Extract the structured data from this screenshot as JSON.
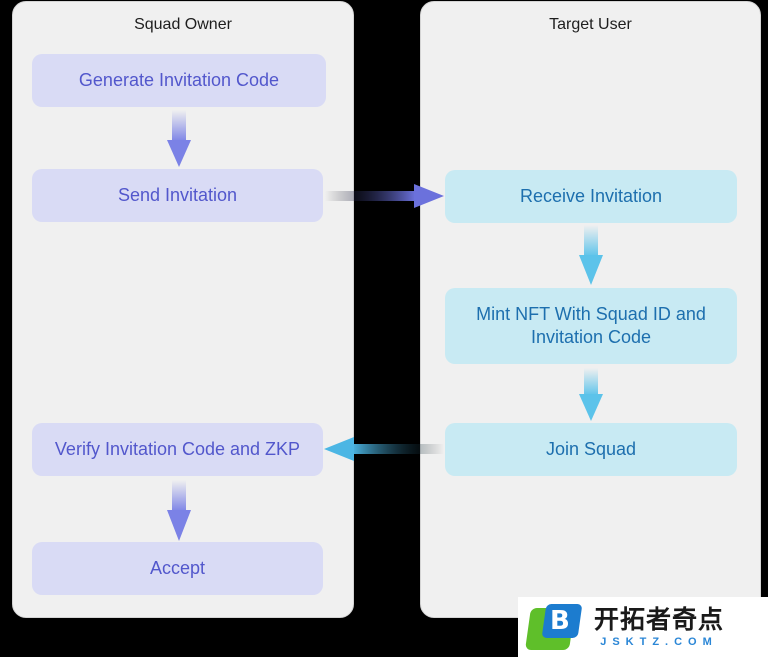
{
  "lanes": {
    "owner": {
      "title": "Squad Owner"
    },
    "target": {
      "title": "Target User"
    }
  },
  "nodes": {
    "generate": "Generate Invitation Code",
    "send": "Send Invitation",
    "verify": "Verify Invitation Code and ZKP",
    "accept": "Accept",
    "receive": "Receive Invitation",
    "mint": "Mint NFT With Squad ID and Invitation Code",
    "join": "Join Squad"
  },
  "colors": {
    "owner_node_bg": "#d9dbf5",
    "owner_node_text": "#5257cc",
    "target_node_bg": "#c8eaf3",
    "target_node_text": "#1d6fae",
    "owner_arrow": "#7b82e6",
    "target_arrow": "#5cc3ea"
  },
  "watermark": {
    "badge_letter": "B",
    "text_cn": "开拓者奇点",
    "text_en": "JSKTZ.COM"
  }
}
